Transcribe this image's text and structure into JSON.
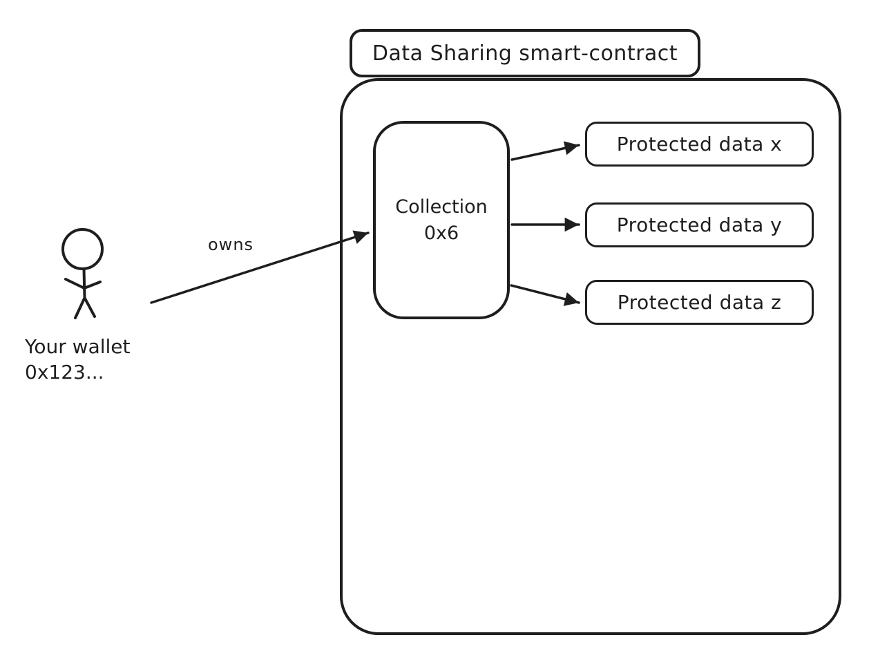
{
  "diagram": {
    "title": "Data Sharing smart-contract",
    "actor": {
      "line1": "Your wallet",
      "line2": "0x123..."
    },
    "owns_label": "owns",
    "collection": {
      "line1": "Collection",
      "line2": "0x6"
    },
    "protected_data": [
      {
        "label": "Protected data x"
      },
      {
        "label": "Protected data y"
      },
      {
        "label": "Protected data z"
      }
    ],
    "colors": {
      "stroke": "#1e1e1e",
      "background": "#ffffff"
    }
  }
}
